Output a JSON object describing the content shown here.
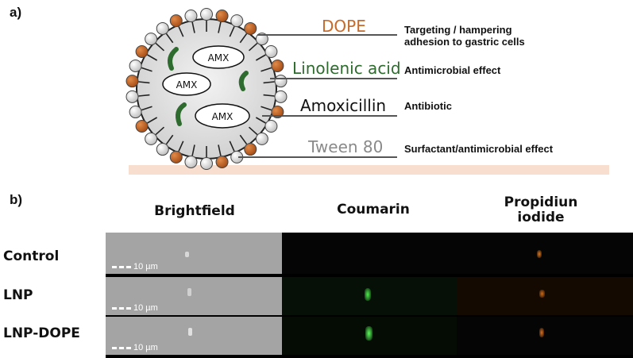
{
  "panel_a": {
    "label": "a)",
    "nanoparticle": {
      "drug_labels": [
        "AMX",
        "AMX",
        "AMX"
      ]
    },
    "components": [
      {
        "name": "DOPE",
        "color": "#c76a2a",
        "description": [
          "Targeting / hampering",
          "adhesion to gastric cells"
        ]
      },
      {
        "name": "Linolenic acid",
        "color": "#2e6b2e",
        "description": [
          "Antimicrobial effect"
        ]
      },
      {
        "name": "Amoxicillin",
        "color": "#111111",
        "description": [
          "Antibiotic"
        ]
      },
      {
        "name": "Tween 80",
        "color": "#8a8a8a",
        "description": [
          "Surfactant/antimicrobial effect"
        ]
      }
    ]
  },
  "panel_b": {
    "label": "b)",
    "columns": [
      "Brightfield",
      "Coumarin",
      "Propidiun\niodide"
    ],
    "rows": [
      "Control",
      "LNP",
      "LNP-DOPE"
    ],
    "scale_bar": "10 µm"
  }
}
